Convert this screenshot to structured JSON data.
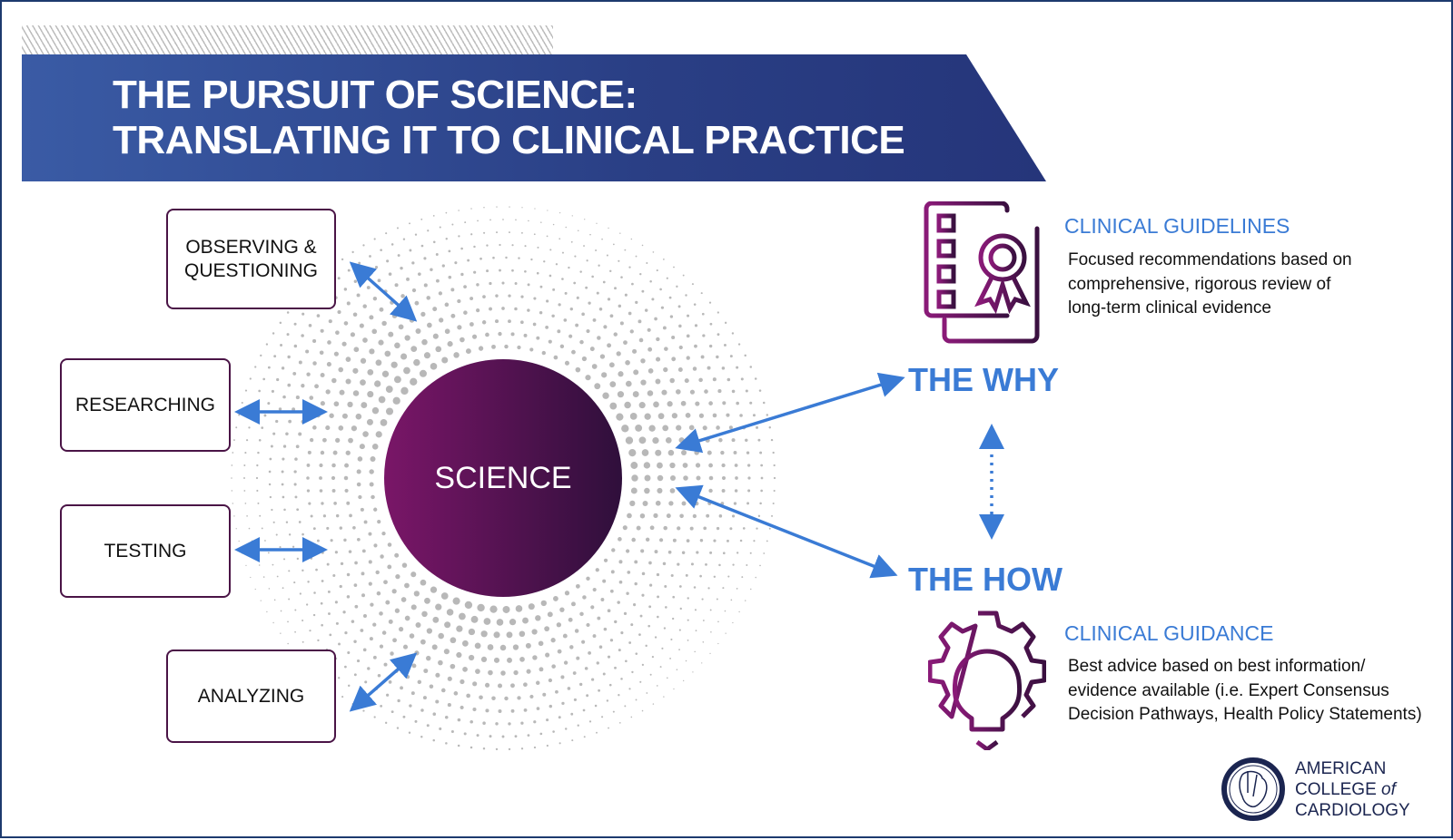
{
  "title": {
    "line1": "THE PURSUIT OF SCIENCE:",
    "line2": "TRANSLATING IT TO CLINICAL PRACTICE"
  },
  "center": "SCIENCE",
  "steps": {
    "observing": "OBSERVING & QUESTIONING",
    "researching": "RESEARCHING",
    "testing": "TESTING",
    "analyzing": "ANALYZING"
  },
  "why": {
    "label": "THE WHY",
    "heading": "CLINICAL GUIDELINES",
    "desc": [
      "Focused recommendations based on",
      "comprehensive, rigorous review of",
      "long-term clinical evidence"
    ]
  },
  "how": {
    "label": "THE HOW",
    "heading": "CLINICAL GUIDANCE",
    "desc": [
      "Best advice based on best information/",
      "evidence available (i.e. Expert Consensus",
      "Decision Pathways, Health Policy Statements)"
    ]
  },
  "logo": {
    "line1": "AMERICAN",
    "line2": "COLLEGE",
    "line2_italic": "of",
    "line3": "CARDIOLOGY"
  },
  "colors": {
    "arrow": "#3a7bd5",
    "accent": "#7a1668",
    "banner": "#2a3f85"
  }
}
